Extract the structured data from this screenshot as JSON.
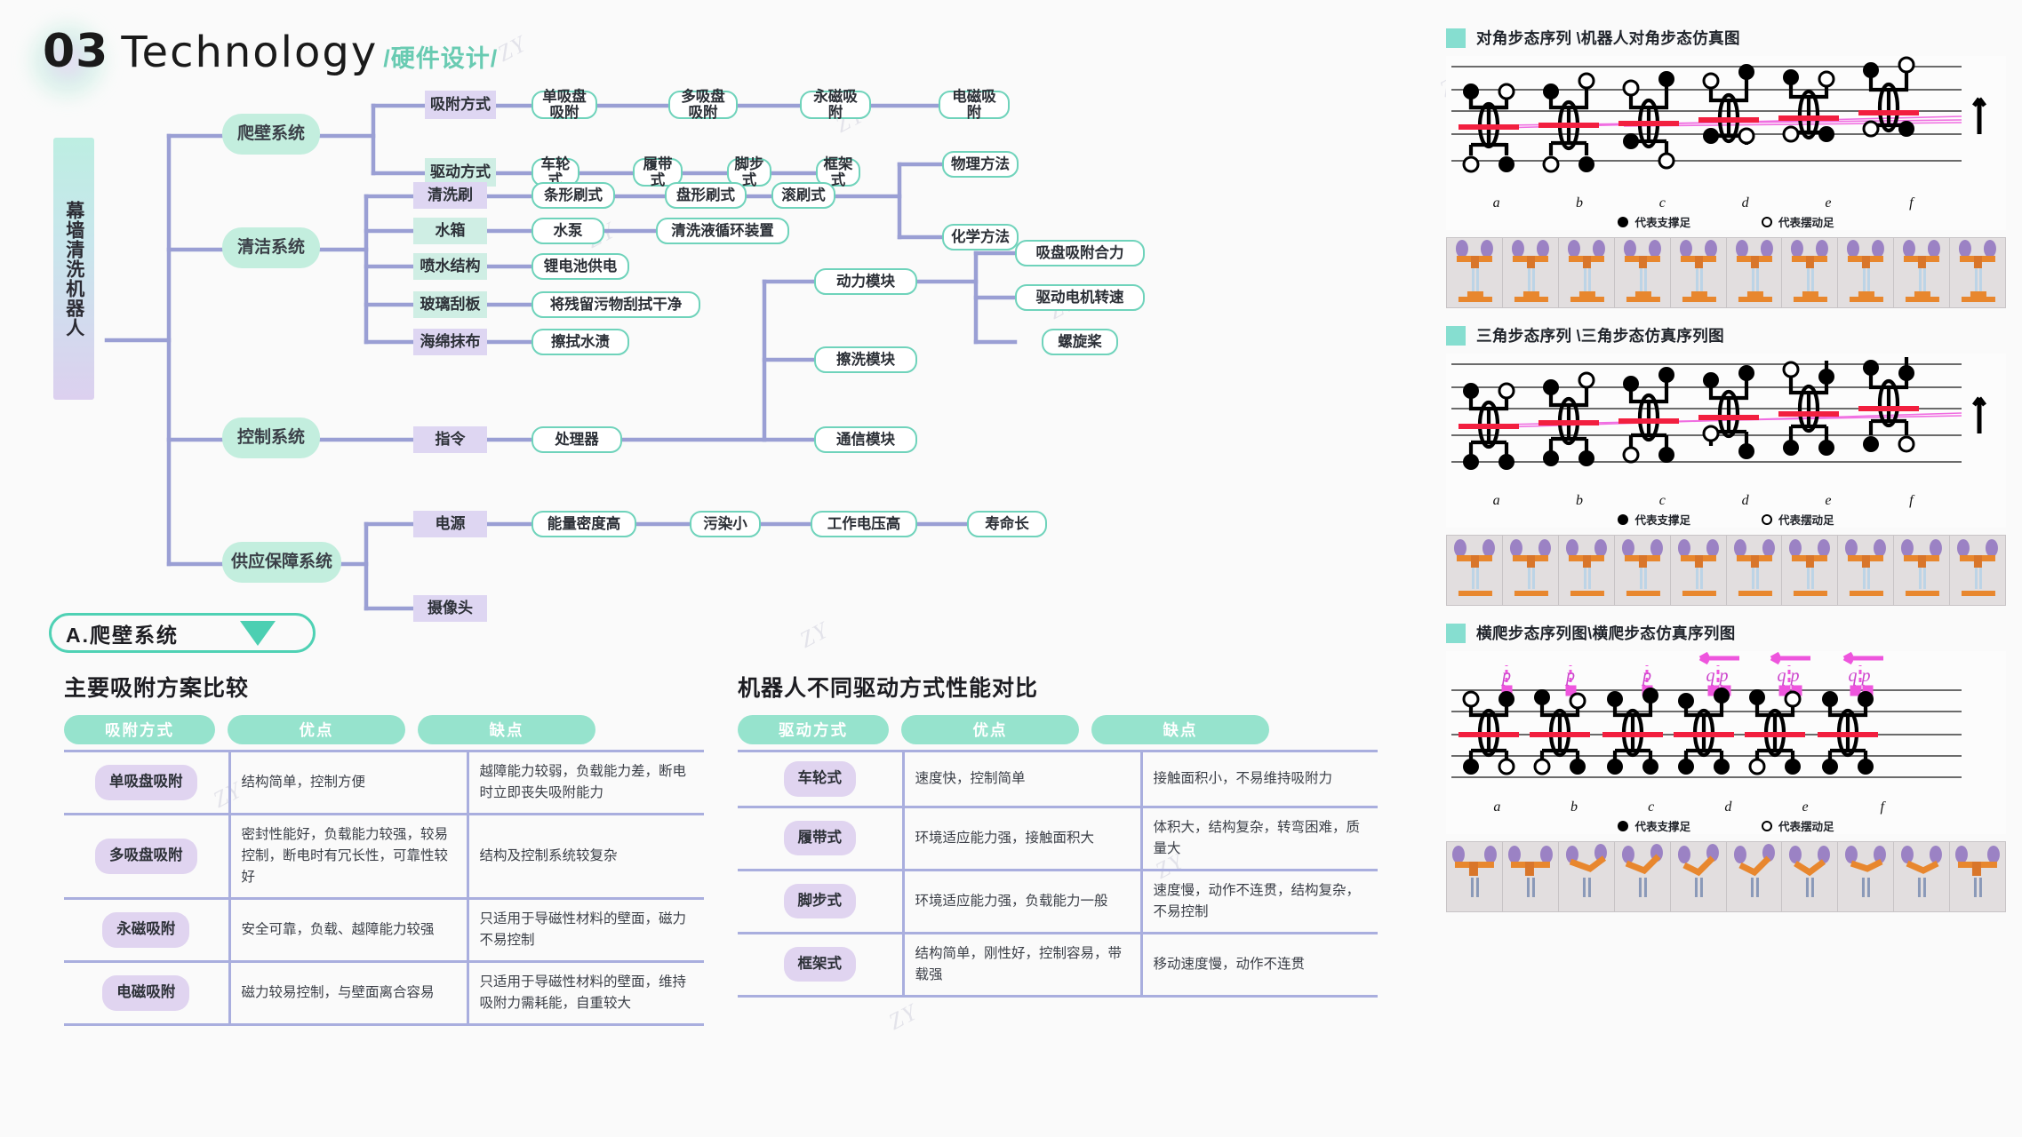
{
  "header": {
    "number": "03",
    "title": "Technology",
    "subtitle": "/硬件设计/"
  },
  "mindmap": {
    "root": "幕墙清洗机器人",
    "systems": [
      {
        "label": "爬壁系统"
      },
      {
        "label": "清洁系统"
      },
      {
        "label": "控制系统"
      },
      {
        "label": "供应保障系统"
      }
    ],
    "subs": [
      {
        "label": "吸附方式",
        "tone": "purple"
      },
      {
        "label": "驱动方式",
        "tone": "green"
      },
      {
        "label": "清洗刷",
        "tone": "purple"
      },
      {
        "label": "水箱",
        "tone": "green"
      },
      {
        "label": "喷水结构",
        "tone": "green"
      },
      {
        "label": "玻璃刮板",
        "tone": "green"
      },
      {
        "label": "海绵抹布",
        "tone": "purple"
      },
      {
        "label": "指令",
        "tone": "purple"
      },
      {
        "label": "电源",
        "tone": "purple"
      },
      {
        "label": "摄像头",
        "tone": "purple"
      }
    ],
    "pills": {
      "adsorption": [
        "单吸盘吸附",
        "多吸盘吸附",
        "永磁吸附",
        "电磁吸附"
      ],
      "drive": [
        "车轮式",
        "履带式",
        "脚步式",
        "框架式"
      ],
      "brush": [
        "条形刷式",
        "盘形刷式",
        "滚刷式"
      ],
      "method": [
        "物理方法",
        "化学方法"
      ],
      "tank": [
        "水泵",
        "清洗液循环装置"
      ],
      "spray": [
        "锂电池供电"
      ],
      "scraper": [
        "将残留污物刮拭干净"
      ],
      "sponge": [
        "擦拭水渍"
      ],
      "command": [
        "处理器"
      ],
      "modules": [
        "动力模块",
        "擦洗模块",
        "通信模块"
      ],
      "power_out": [
        "吸盘吸附合力",
        "驱动电机转速",
        "螺旋桨"
      ],
      "supply": [
        "能量密度高",
        "污染小",
        "工作电压高",
        "寿命长"
      ]
    }
  },
  "section_a": {
    "label": "A.爬壁系统"
  },
  "table_left": {
    "title": "主要吸附方案比较",
    "headers": [
      "吸附方式",
      "优点",
      "缺点"
    ],
    "rows": [
      {
        "name": "单吸盘吸附",
        "pros": "结构简单，控制方便",
        "cons": "越障能力较弱，负载能力差，断电时立即丧失吸附能力"
      },
      {
        "name": "多吸盘吸附",
        "pros": "密封性能好，负载能力较强，较易控制，断电时有冗长性，可靠性较好",
        "cons": "结构及控制系统较复杂"
      },
      {
        "name": "永磁吸附",
        "pros": "安全可靠，负载、越障能力较强",
        "cons": "只适用于导磁性材料的壁面，磁力不易控制"
      },
      {
        "name": "电磁吸附",
        "pros": "磁力较易控制，与壁面离合容易",
        "cons": "只适用于导磁性材料的壁面，维持吸附力需耗能，自重较大"
      }
    ]
  },
  "table_right": {
    "title": "机器人不同驱动方式性能对比",
    "headers": [
      "驱动方式",
      "优点",
      "缺点"
    ],
    "rows": [
      {
        "name": "车轮式",
        "pros": "速度快，控制简单",
        "cons": "接触面积小，不易维持吸附力"
      },
      {
        "name": "履带式",
        "pros": "环境适应能力强，接触面积大",
        "cons": "体积大，结构复杂，转弯困难，质量大"
      },
      {
        "name": "脚步式",
        "pros": "环境适应能力强，负载能力一般",
        "cons": "速度慢，动作不连贯，结构复杂，不易控制"
      },
      {
        "name": "框架式",
        "pros": "结构简单，刚性好，控制容易，带载强",
        "cons": "移动速度慢，动作不连贯"
      }
    ]
  },
  "gait_blocks": [
    {
      "title": "对角步态序列 \\机器人对角步态仿真图",
      "frame_labels": [
        "a",
        "b",
        "c",
        "d",
        "e",
        "f"
      ],
      "legend_support": "代表支撑足",
      "legend_swing": "代表摆动足",
      "markers": [],
      "sim_frames": 10
    },
    {
      "title": "三角步态序列 \\三角步态仿真序列图",
      "frame_labels": [
        "a",
        "b",
        "c",
        "d",
        "e",
        "f"
      ],
      "legend_support": "代表支撑足",
      "legend_swing": "代表摆动足",
      "markers": [],
      "sim_frames": 10
    },
    {
      "title": "横爬步态序列图\\横爬步态仿真序列图",
      "frame_labels": [
        "a",
        "b",
        "c",
        "d",
        "e",
        "f"
      ],
      "legend_support": "代表支撑足",
      "legend_swing": "代表摆动足",
      "markers": [
        "p",
        "p",
        "p",
        "q p",
        "q p",
        "q p"
      ],
      "sim_frames": 10
    }
  ],
  "colors": {
    "accent_green": "#4fd1b4",
    "mint": "#c3eede",
    "lavender": "#ded6f2",
    "connector": "#9a9fd4",
    "table_border": "#a9aede",
    "header_pill": "#96e3cd",
    "magenta": "#e040d0",
    "red": "#ee1133"
  },
  "watermark": "ZY"
}
